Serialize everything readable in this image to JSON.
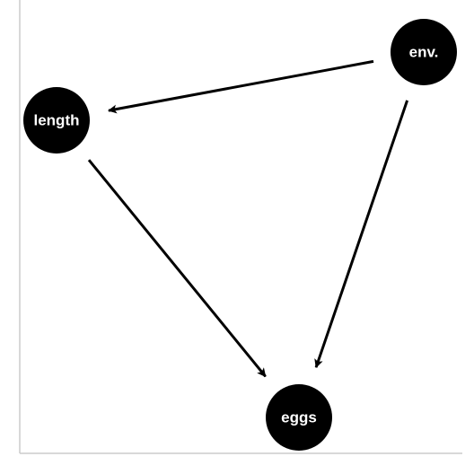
{
  "diagram": {
    "type": "directed-acyclic-graph",
    "colors": {
      "node_fill": "#000000",
      "node_text": "#ffffff",
      "edge": "#000000",
      "axis": "#cccccc",
      "background": "#ffffff"
    },
    "nodes": [
      {
        "id": "env",
        "label": "env."
      },
      {
        "id": "length",
        "label": "length"
      },
      {
        "id": "eggs",
        "label": "eggs"
      }
    ],
    "edges": [
      {
        "from": "env",
        "to": "length"
      },
      {
        "from": "env",
        "to": "eggs"
      },
      {
        "from": "length",
        "to": "eggs"
      }
    ]
  }
}
